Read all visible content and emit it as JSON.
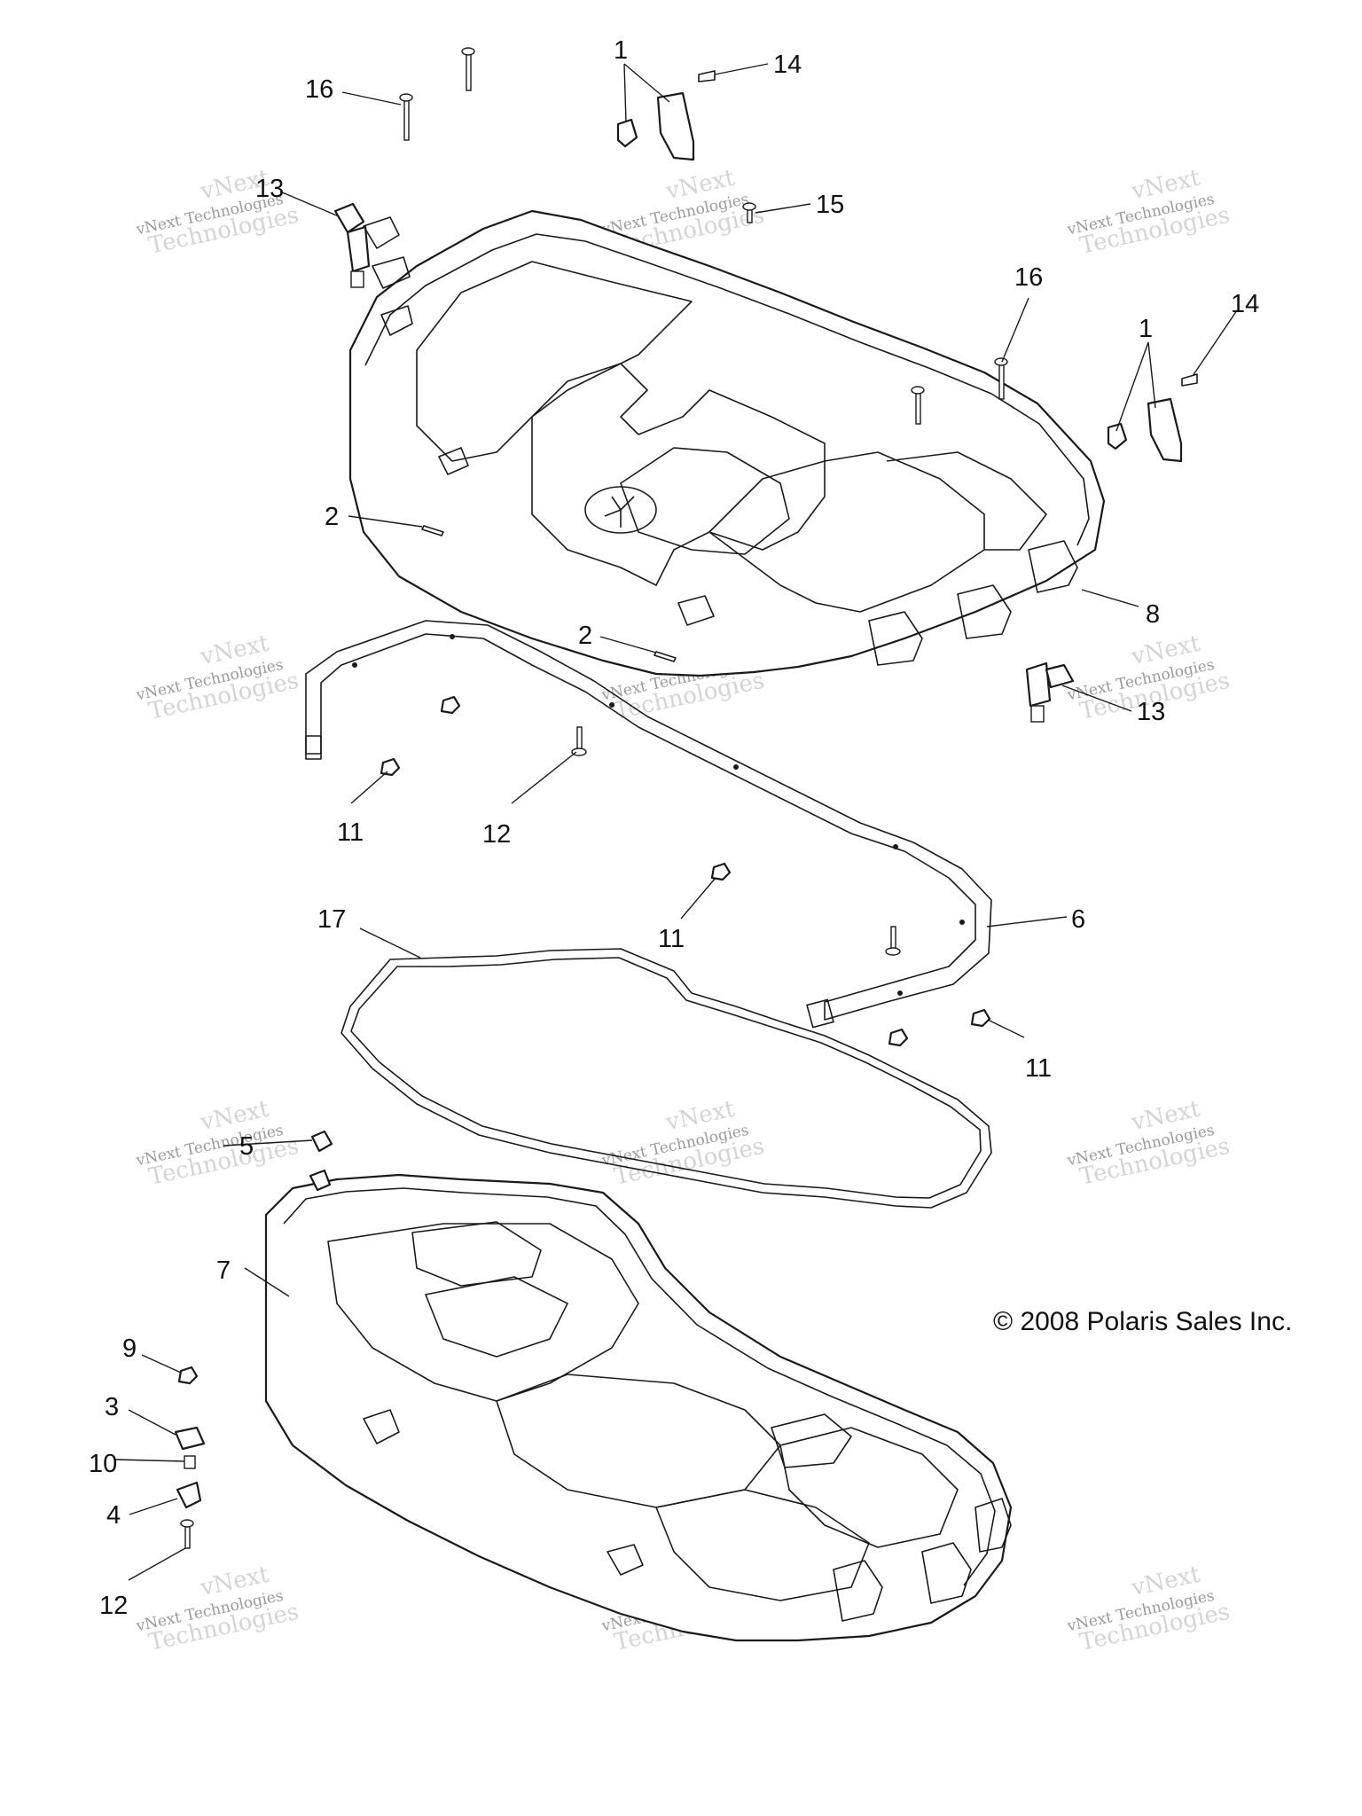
{
  "callouts": {
    "c1a": "1",
    "c14a": "14",
    "c16a": "16",
    "c13a": "13",
    "c15": "15",
    "c16b": "16",
    "c14b": "14",
    "c1b": "1",
    "c2a": "2",
    "c8": "8",
    "c2b": "2",
    "c13b": "13",
    "c11a": "11",
    "c12a": "12",
    "c6": "6",
    "c17": "17",
    "c11b": "11",
    "c11c": "11",
    "c5": "5",
    "c7": "7",
    "c9": "9",
    "c3": "3",
    "c10": "10",
    "c4": "4",
    "c12b": "12"
  },
  "copyright": "© 2008 Polaris Sales Inc.",
  "watermark": {
    "line1": "vNext Technologies",
    "line2": "vNext\nTechnologies"
  },
  "colors": {
    "line": "#1a1a1a",
    "watermark_dark": "#9a9a9a",
    "watermark_light": "#d4d4d4"
  }
}
